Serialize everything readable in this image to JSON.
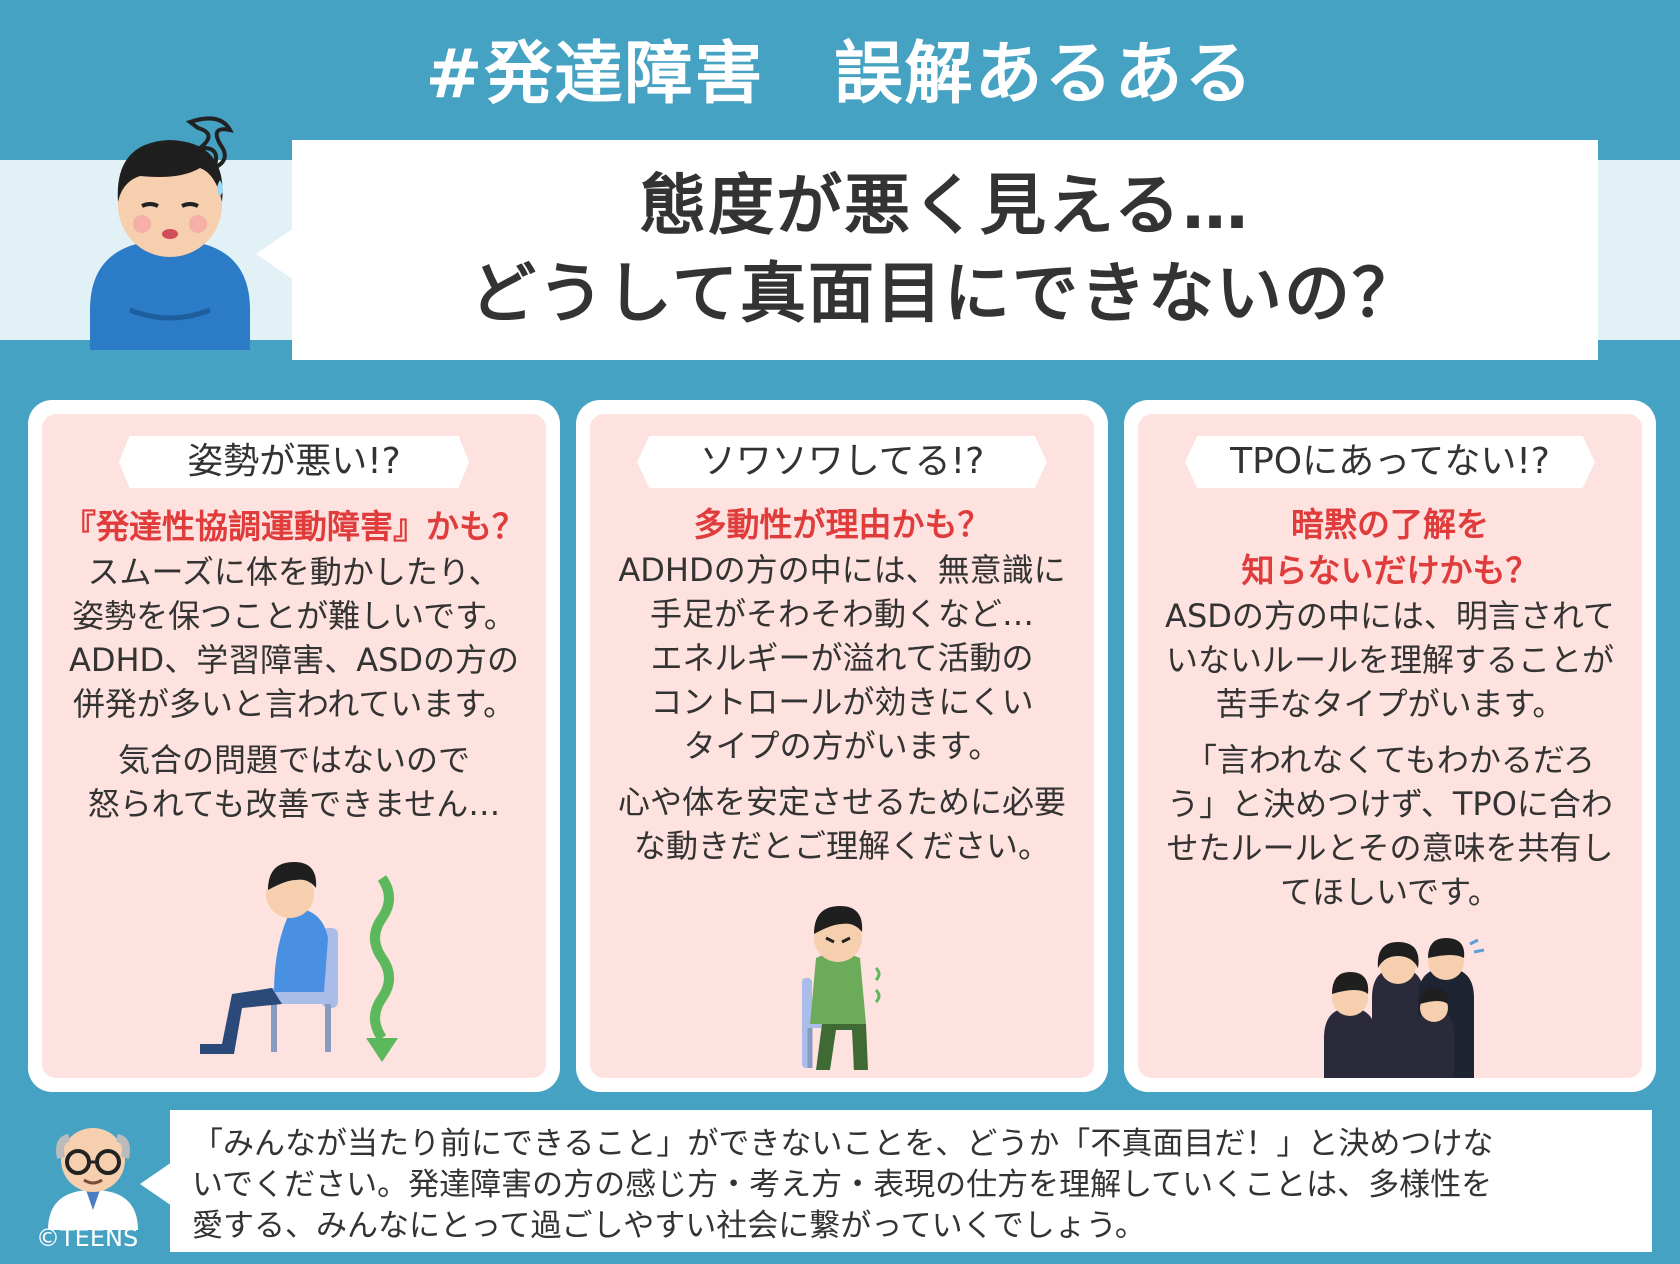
{
  "header": {
    "title": "#発達障害　誤解あるある",
    "hero_lines": [
      "態度が悪く見える…",
      "どうして真面目にできないの？"
    ]
  },
  "cards": [
    {
      "heading": "姿勢が悪い!?",
      "subheading": [
        "『発達性協調運動障害』かも？"
      ],
      "body": [
        [
          "スムーズに体を動かしたり、",
          "姿勢を保つことが難しいです。",
          "ADHD、学習障害、ASDの方の",
          "併発が多いと言われています。"
        ],
        [
          "気合の問題ではないので",
          "怒られても改善できません…"
        ]
      ]
    },
    {
      "heading": "ソワソワしてる!?",
      "subheading": [
        "多動性が理由かも？"
      ],
      "body": [
        [
          "ADHDの方の中には、無意識に",
          "手足がそわそわ動くなど…",
          "エネルギーが溢れて活動の",
          "コントロールが効きにくい",
          "タイプの方がいます。"
        ],
        [
          "心や体を安定させるために必要",
          "な動きだとご理解ください。"
        ]
      ]
    },
    {
      "heading": "TPOにあってない!?",
      "subheading": [
        "暗黙の了解を",
        "知らないだけかも？"
      ],
      "body": [
        [
          "ASDの方の中には、明言されて",
          "いないルールを理解することが",
          "苦手なタイプがいます。"
        ],
        [
          "「言われなくてもわかるだろ",
          "う」と決めつけず、TPOに合わ",
          "せたルールとその意味を共有し",
          "てほしいです。"
        ]
      ]
    }
  ],
  "footer": {
    "lines": [
      "「みんなが当たり前にできること」ができないことを、どうか「不真面目だ！」と決めつけな",
      "いでください。発達障害の方の感じ方・考え方・表現の仕方を理解していくことは、多様性を",
      "愛する、みんなにとって過ごしやすい社会に繋がっていくでしょう。"
    ],
    "copyright": "©TEENS"
  },
  "colors": {
    "background": "#46a2c2",
    "band": "#e2f1f6",
    "card_fill": "#fde2df",
    "accent_red": "#e03c3c",
    "text": "#333333"
  },
  "icons": [
    "worried-boy-illustration",
    "slouching-boy-illustration",
    "fidgeting-boy-illustration",
    "office-people-illustration",
    "doctor-illustration"
  ]
}
